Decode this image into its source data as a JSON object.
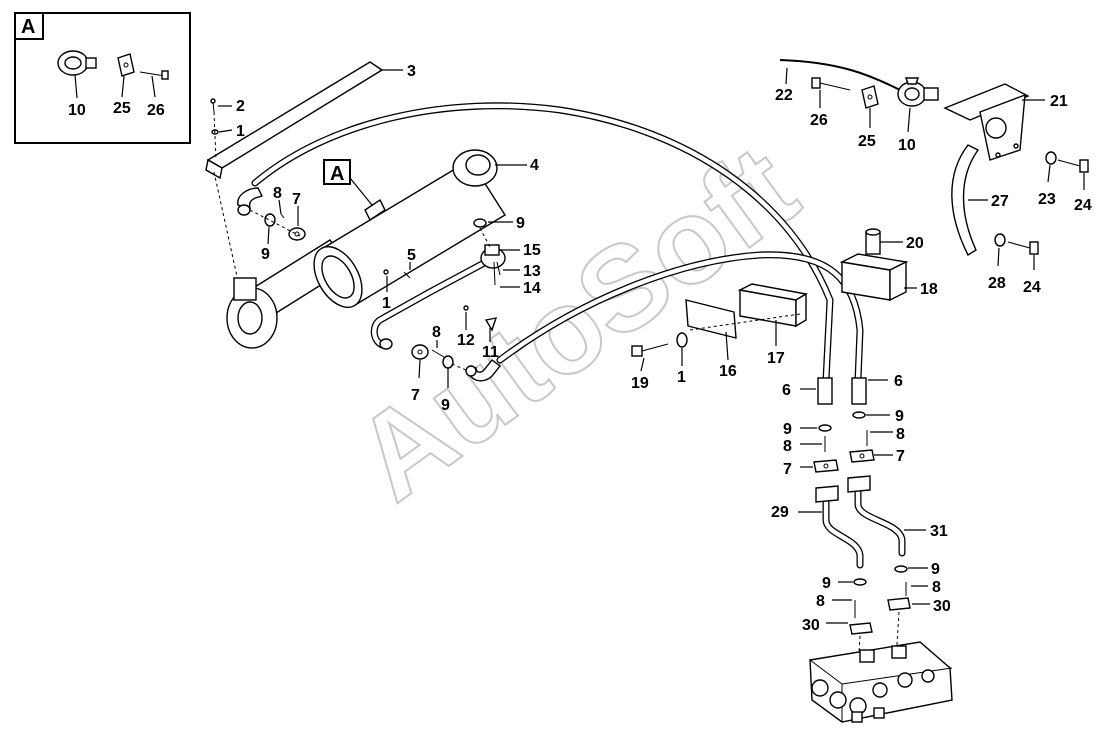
{
  "watermark": "AutoSoft",
  "view_markers": {
    "inset_label": "A",
    "cylinder_label": "A"
  },
  "inset": {
    "callouts": {
      "switch": "10",
      "clamp": "25",
      "bolt": "26"
    }
  },
  "callouts": {
    "c3": "3",
    "c2": "2",
    "c1_top": "1",
    "c4": "4",
    "c8_left": "8",
    "c7_left": "7",
    "c9_left": "9",
    "c5": "5",
    "c1_mid": "1",
    "c9_mid": "9",
    "c15": "15",
    "c13": "13",
    "c14": "14",
    "c8_mid": "8",
    "c12": "12",
    "c11": "11",
    "c7_mid": "7",
    "c9_low": "9",
    "c19": "19",
    "c1_low": "1",
    "c16": "16",
    "c17": "17",
    "c20": "20",
    "c18": "18",
    "c22": "22",
    "c26": "26",
    "c25": "25",
    "c10": "10",
    "c21": "21",
    "c27": "27",
    "c23": "23",
    "c24_top": "24",
    "c28": "28",
    "c24_low": "24",
    "c6_left": "6",
    "c6_right": "6",
    "c9_l1": "9",
    "c8_l1": "8",
    "c7_l1": "7",
    "c9_r1": "9",
    "c8_r1": "8",
    "c7_r1": "7",
    "c29": "29",
    "c31": "31",
    "c9_l2": "9",
    "c8_l2": "8",
    "c30_l": "30",
    "c9_r2": "9",
    "c8_r2": "8",
    "c30_r": "30"
  }
}
